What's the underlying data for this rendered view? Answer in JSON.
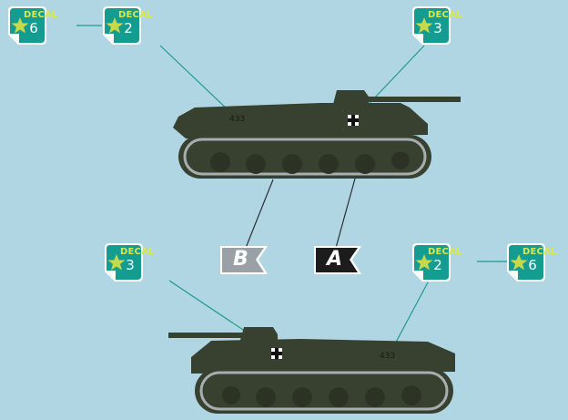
{
  "colors": {
    "background": "#b1d6e3",
    "decal_teal": "#159c90",
    "decal_text": "#d8e84b",
    "star": "#c6d94a",
    "tank_body": "#38412f",
    "track_highlight": "#a6aeb0",
    "leader_line": "#1d9a8d",
    "flag_grey": "#9aa1a6",
    "flag_black": "#1c1c1c"
  },
  "decal_word": "DECAL",
  "decals": [
    {
      "id": "d1",
      "number": "6"
    },
    {
      "id": "d2",
      "number": "2"
    },
    {
      "id": "d3",
      "number": "3"
    },
    {
      "id": "d4",
      "number": "3"
    },
    {
      "id": "d5",
      "number": "2"
    },
    {
      "id": "d6",
      "number": "6"
    }
  ],
  "flags": [
    {
      "id": "flagB",
      "letter": "B",
      "color": "grey"
    },
    {
      "id": "flagA",
      "letter": "A",
      "color": "black"
    }
  ],
  "vehicle_marking": "433"
}
